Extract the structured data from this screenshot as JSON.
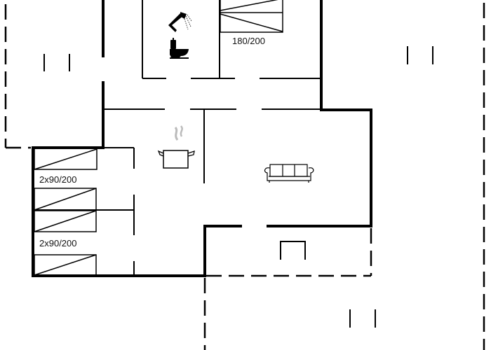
{
  "diagram": {
    "type": "floor-plan",
    "colors": {
      "wall": "#000000",
      "background": "#ffffff",
      "steam": "#bbbbbb"
    },
    "rooms": [
      {
        "id": "bathroom",
        "icons": [
          "shower-icon",
          "toilet-icon"
        ]
      },
      {
        "id": "bedroom-top",
        "bed_label": "180/200"
      },
      {
        "id": "kitchen",
        "icons": [
          "cooking-pot-icon"
        ]
      },
      {
        "id": "living-room",
        "icons": [
          "sofa-icon"
        ]
      },
      {
        "id": "bedroom-left-upper",
        "bed_label": "2x90/200"
      },
      {
        "id": "bedroom-left-lower",
        "bed_label": "2x90/200"
      },
      {
        "id": "terrace-entry",
        "icons": [
          "table-icon"
        ]
      }
    ],
    "labels": {
      "bed_top": "180/200",
      "bed_left_upper": "2x90/200",
      "bed_left_lower": "2x90/200"
    }
  }
}
